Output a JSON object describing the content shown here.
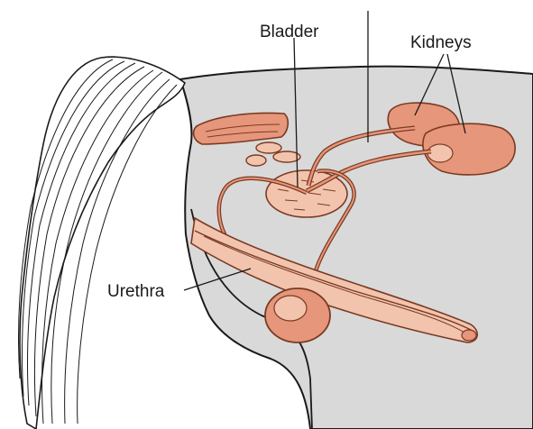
{
  "labels": {
    "bladder": "Bladder",
    "kidneys": "Kidneys",
    "urethra": "Urethra"
  },
  "colors": {
    "body_fill": "#d9d9d9",
    "organ_fill": "#e6967a",
    "organ_light": "#f2c4ae",
    "organ_stroke": "#7a3a22",
    "outline": "#1a1a1a",
    "tail_fill": "#ffffff"
  }
}
